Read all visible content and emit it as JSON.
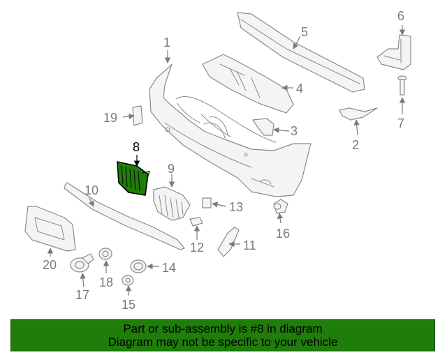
{
  "diagram": {
    "callouts": [
      {
        "id": "1",
        "label": "1"
      },
      {
        "id": "2",
        "label": "2"
      },
      {
        "id": "3",
        "label": "3"
      },
      {
        "id": "4",
        "label": "4"
      },
      {
        "id": "5",
        "label": "5"
      },
      {
        "id": "6",
        "label": "6"
      },
      {
        "id": "7",
        "label": "7"
      },
      {
        "id": "8",
        "label": "8"
      },
      {
        "id": "9",
        "label": "9"
      },
      {
        "id": "10",
        "label": "10"
      },
      {
        "id": "11",
        "label": "11"
      },
      {
        "id": "12",
        "label": "12"
      },
      {
        "id": "13",
        "label": "13"
      },
      {
        "id": "14",
        "label": "14"
      },
      {
        "id": "15",
        "label": "15"
      },
      {
        "id": "16",
        "label": "16"
      },
      {
        "id": "17",
        "label": "17"
      },
      {
        "id": "18",
        "label": "18"
      },
      {
        "id": "19",
        "label": "19"
      },
      {
        "id": "20",
        "label": "20"
      }
    ],
    "highlighted_part": "8",
    "highlight_color": "#1f7d0a",
    "line_color": "#8a8a8a"
  },
  "banner": {
    "line1": "Part or sub-assembly is #8 in diagram",
    "line2": "Diagram may not be specific to your vehicle",
    "background": "#1f7d0a"
  }
}
